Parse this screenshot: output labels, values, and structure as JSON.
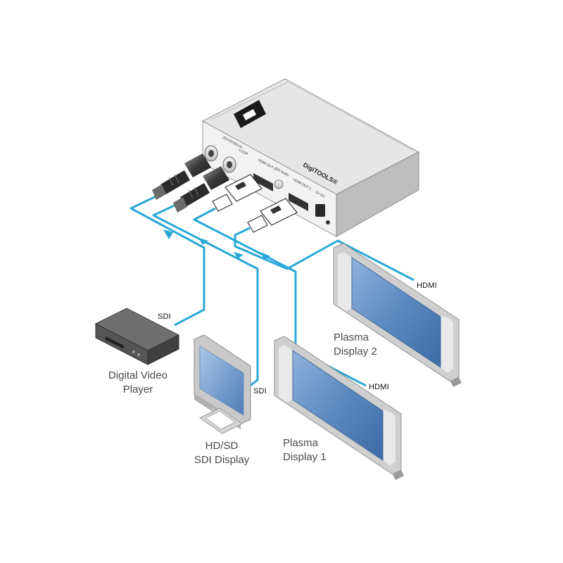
{
  "device": {
    "brand_text": "DigiTOOLS®",
    "port_sdi_in": "3G/HD/SDI IN",
    "port_loop": "LOOP",
    "port_hdmi_out1": "HDMI OUT 1",
    "port_sdi_audio": "SDI Audio",
    "port_hdmi_out2": "HDMI OUT 2",
    "port_power": "5V DC"
  },
  "devices": {
    "dvd_player": {
      "line1": "Digital Video",
      "line2": "Player"
    },
    "sdi_display": {
      "line1": "HD/SD",
      "line2": "SDI Display"
    },
    "plasma1": {
      "line1": "Plasma",
      "line2": "Display 1"
    },
    "plasma2": {
      "line1": "Plasma",
      "line2": "Display 2"
    }
  },
  "connections": {
    "sdi_in_label": "SDI",
    "sdi_out_label": "SDI",
    "hdmi1_label": "HDMI",
    "hdmi2_label": "HDMI"
  },
  "colors": {
    "cable": "#2aa8d8",
    "screen": "#5b89c0",
    "device_body": "#d9d9d9"
  }
}
